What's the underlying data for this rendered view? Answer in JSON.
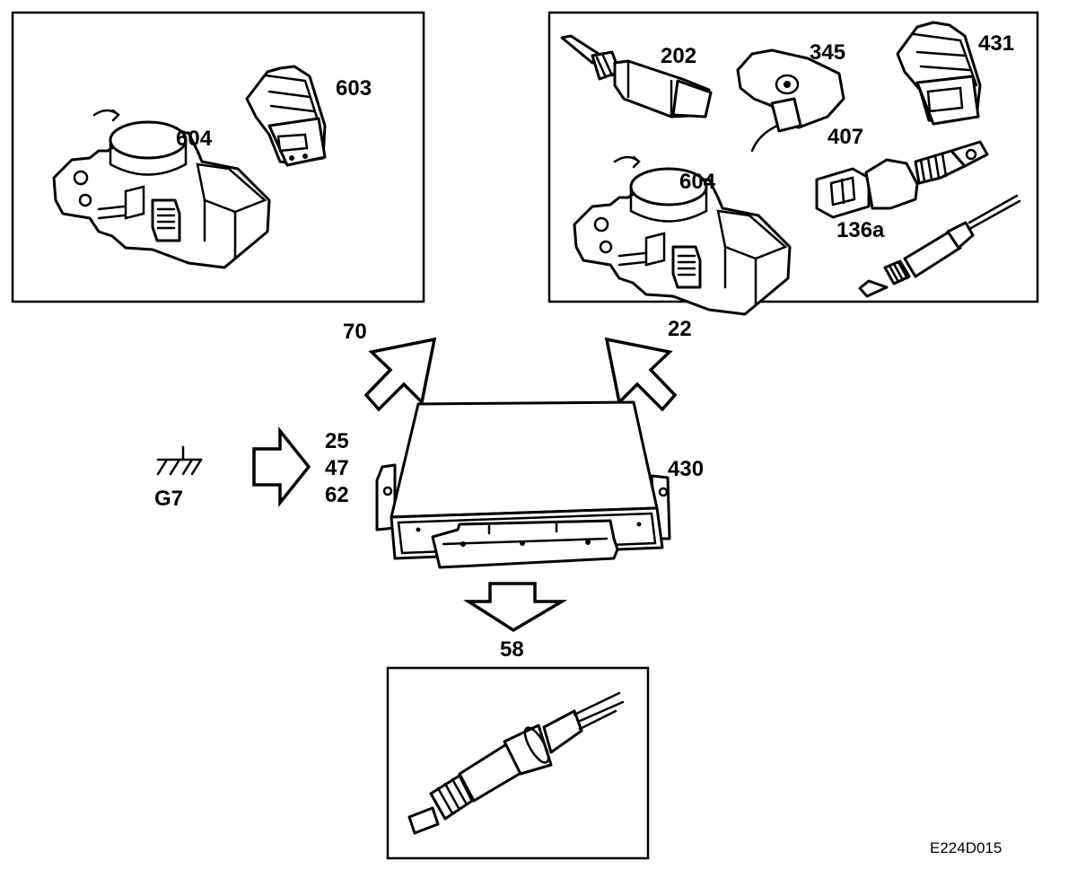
{
  "labels": {
    "box_left_throttle": "604",
    "box_left_map_sensor": "603",
    "box_right_temp_sensor": "202",
    "box_right_cam_sensor": "345",
    "box_right_pressure_sensor": "431",
    "box_right_knock_sensor": "407",
    "box_right_throttle": "604",
    "box_right_lambda": "136a",
    "arrow_left_out": "70",
    "arrow_right_out": "22",
    "inputs": [
      "25",
      "47",
      "62"
    ],
    "ground": "G7",
    "ecu": "430",
    "arrow_down_out": "58"
  },
  "reference": "E224D015"
}
